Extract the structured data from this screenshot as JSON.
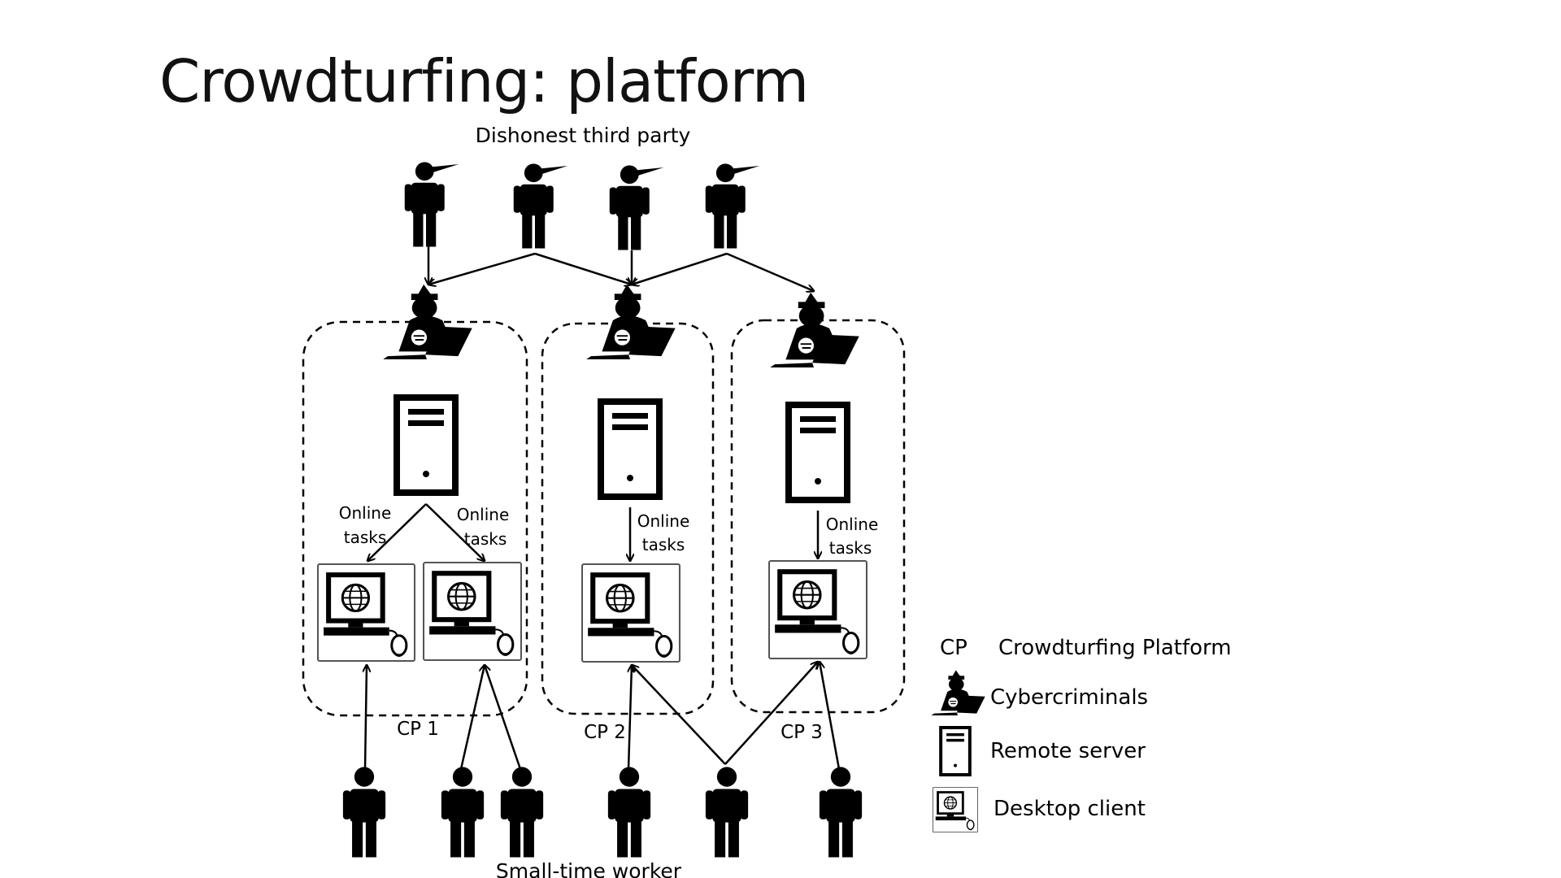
{
  "slide": {
    "title": "Crowdturfing: platform"
  },
  "diagram": {
    "top_label": "Dishonest third party",
    "bottom_label": "Small-time worker",
    "task_label_line1": "Online",
    "task_label_line2": "tasks",
    "platforms": [
      {
        "label": "CP 1"
      },
      {
        "label": "CP 2"
      },
      {
        "label": "CP 3"
      }
    ]
  },
  "legend": {
    "cp_abbr": "CP",
    "cp_text": "Crowdturfing Platform",
    "cybercriminals": "Cybercriminals",
    "remote_server": "Remote server",
    "desktop_client": "Desktop client"
  }
}
